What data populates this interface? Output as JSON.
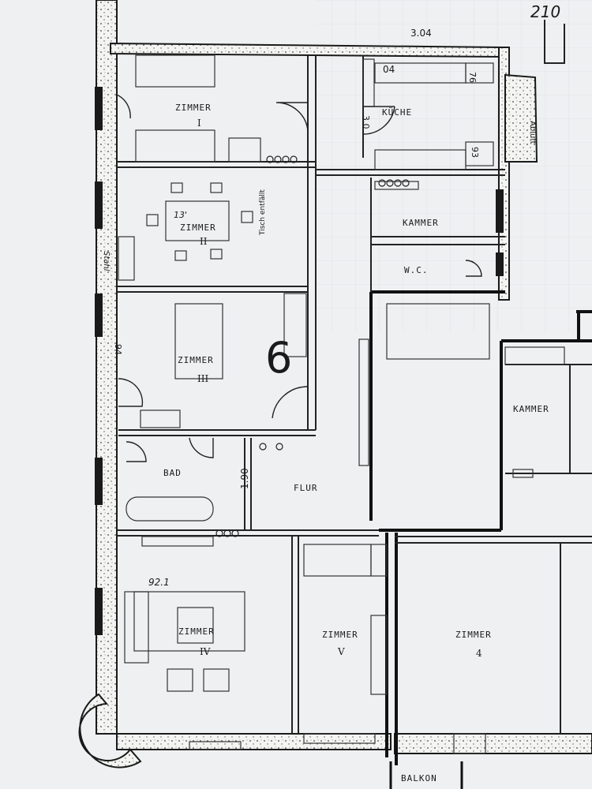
{
  "page_number": "210",
  "marker": "6",
  "dimensions": {
    "top_wall": "3.04",
    "kitchen_a": "04",
    "kitchen_b": "76",
    "kitchen_c": "93",
    "kitchen_d": "3.0",
    "left_a": "94",
    "flur_width": "1.90",
    "zimmer_iv_note": "92.1"
  },
  "notes": {
    "zimmer_ii": "13'",
    "door_note": "Tisch entfällt",
    "left_wall": "Stahl",
    "kitchen_wall": "Abluft"
  },
  "rooms": {
    "zimmer_i": {
      "name": "ZIMMER",
      "numeral": "I"
    },
    "zimmer_ii": {
      "name": "ZIMMER",
      "numeral": "II"
    },
    "zimmer_iii": {
      "name": "ZIMMER",
      "numeral": "III"
    },
    "zimmer_iv": {
      "name": "ZIMMER",
      "numeral": "IV"
    },
    "zimmer_v": {
      "name": "ZIMMER",
      "numeral": "V"
    },
    "zimmer_4": {
      "name": "ZIMMER",
      "numeral": "4"
    },
    "kueche": {
      "name": "KÜCHE"
    },
    "kammer_1": {
      "name": "KAMMER"
    },
    "kammer_2": {
      "name": "KAMMER"
    },
    "wc": {
      "name": "W.C."
    },
    "bad": {
      "name": "BAD"
    },
    "flur": {
      "name": "FLUR"
    },
    "balkon": {
      "name": "BALKON"
    }
  }
}
